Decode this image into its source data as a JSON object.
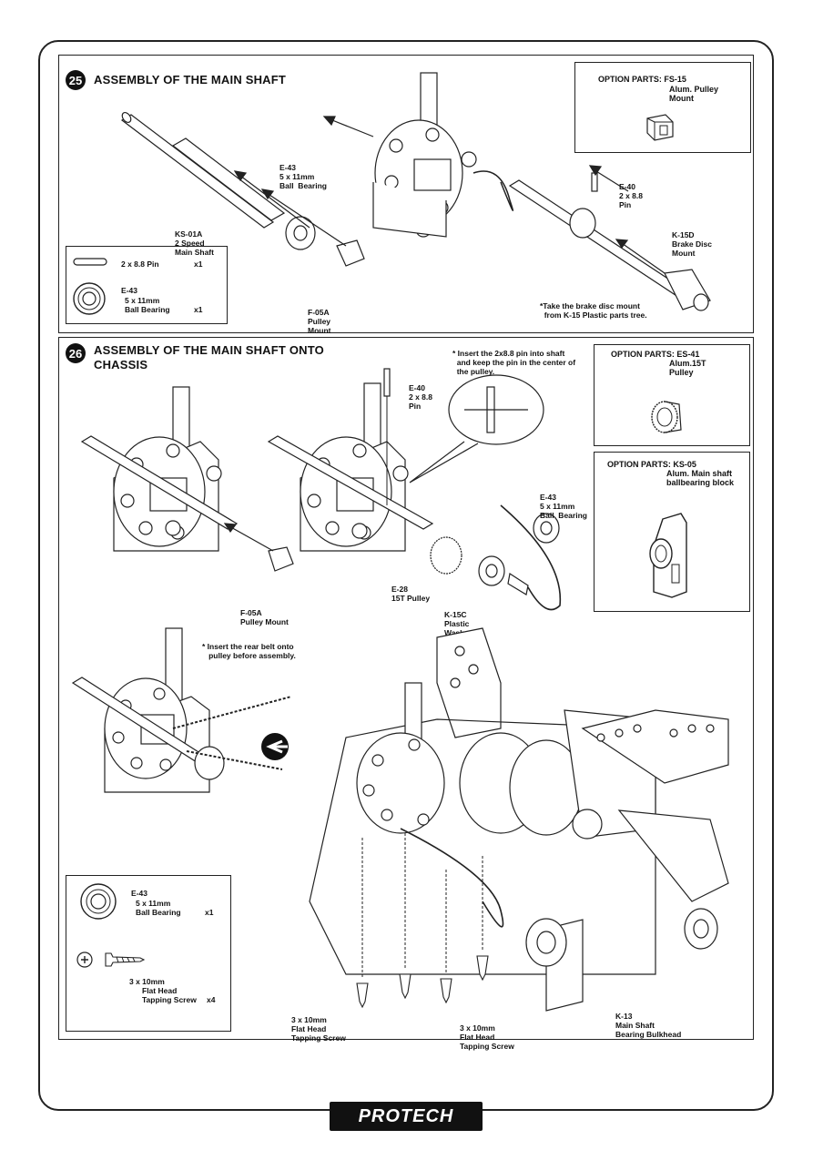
{
  "footer": {
    "brand": "PROTECH"
  },
  "step25": {
    "number": "25",
    "title": "ASSEMBLY OF THE MAIN SHAFT",
    "labels": {
      "e43": [
        "E-43",
        "5 x 11mm",
        "Ball  Bearing"
      ],
      "ks01a": [
        "KS-01A",
        "2 Speed",
        "Main Shaft"
      ],
      "f05a": [
        "F-05A",
        "Pulley",
        "Mount"
      ],
      "e40": [
        "E-40",
        "2 x 8.8",
        "Pin"
      ],
      "k15d": [
        "K-15D",
        "Brake Disc",
        "Mount"
      ]
    },
    "note": "*Take the brake disc mount\n  from K-15 Plastic parts tree.",
    "option": {
      "title": "OPTION PARTS: FS-15",
      "lines": [
        "Alum. Pulley",
        "Mount"
      ]
    },
    "parts": [
      {
        "name": "2 x 8.8 Pin",
        "qty": "x1"
      },
      {
        "code": "E-43",
        "name": "5 x 11mm",
        "name2": "Ball Bearing",
        "qty": "x1"
      }
    ]
  },
  "step26": {
    "number": "26",
    "title1": "ASSEMBLY OF THE MAIN SHAFT ONTO",
    "title2": "CHASSIS",
    "note_pin": "* Insert the 2x8.8 pin into shaft\n  and keep the pin in the center of\n  the pulley.",
    "note_belt": "* Insert the rear belt onto\n   pulley before assembly.",
    "labels": {
      "e40": [
        "E-40",
        "2 x 8.8",
        "Pin"
      ],
      "e43": [
        "E-43",
        "5 x 11mm",
        "Ball  Bearing"
      ],
      "e28": [
        "E-28",
        "15T Pulley"
      ],
      "k15c": [
        "K-15C",
        "Plastic",
        "Washer"
      ],
      "f05a": [
        "F-05A",
        "Pulley Mount"
      ],
      "screw_left": [
        "3 x 10mm",
        "Flat Head",
        "Tapping Screw"
      ],
      "screw_right": [
        "3 x 10mm",
        "Flat Head",
        "Tapping Screw"
      ],
      "k13": [
        "K-13",
        "Main Shaft",
        "Bearing Bulkhead"
      ]
    },
    "option1": {
      "title": "OPTION PARTS: ES-41",
      "lines": [
        "Alum.15T",
        "Pulley"
      ]
    },
    "option2": {
      "title": "OPTION PARTS: KS-05",
      "lines": [
        "Alum. Main shaft",
        "ballbearing block"
      ]
    },
    "parts": [
      {
        "code": "E-43",
        "name": "5 x 11mm",
        "name2": "Ball Bearing",
        "qty": "x1"
      },
      {
        "name": "3 x 10mm",
        "name2": "Flat Head",
        "name3": "Tapping Screw",
        "qty": "x4"
      }
    ]
  }
}
